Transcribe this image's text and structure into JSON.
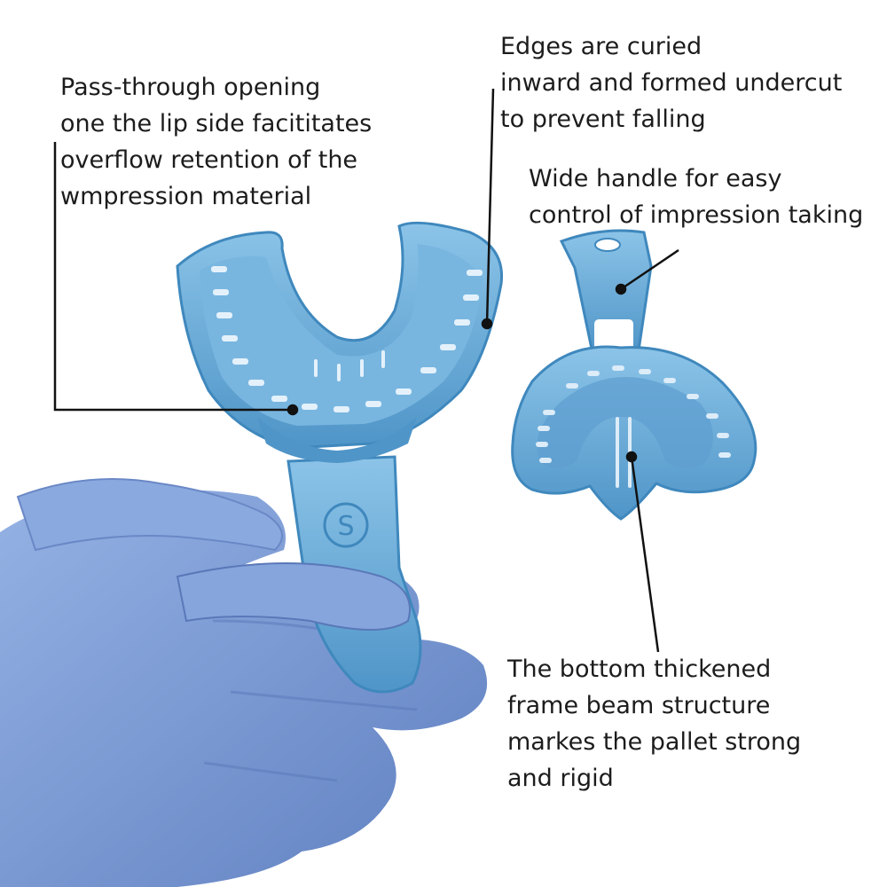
{
  "callouts": {
    "pass_through": [
      "Pass-through opening",
      "one the lip side facititates",
      "overflow retention of the",
      "wmpression material"
    ],
    "edges": [
      "Edges are curied",
      "inward and formed undercut",
      "to prevent falling"
    ],
    "handle": [
      "Wide handle for easy",
      "control of impression taking"
    ],
    "bottom": [
      "The bottom thickened",
      "frame beam structure",
      "markes the pallet strong",
      "and rigid"
    ]
  },
  "tray": {
    "handle_emblem": "S"
  },
  "colors": {
    "tray": "#6aaedb",
    "tray_shadow": "#3f88bd",
    "tray_highlight": "#a9d3ef",
    "glove": "#7f9fd8",
    "glove_shadow": "#5a78b8",
    "leader_line": "#111111",
    "text": "#1c1c1c"
  }
}
